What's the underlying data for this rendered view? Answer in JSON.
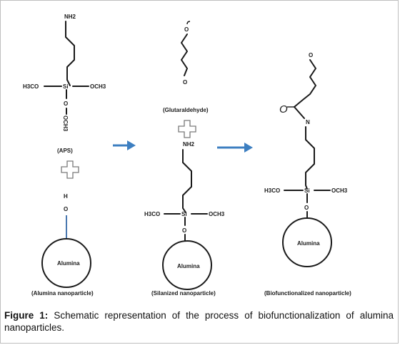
{
  "scheme": {
    "panel1": {
      "amine": "NH2",
      "left_group": "H3CO",
      "right_group": "OCH3",
      "silicon": "Si",
      "oxygen": "O",
      "bottom_group": "OCH3",
      "molecule_name": "(APS)",
      "hydroxyl_h": "H",
      "hydroxyl_o": "O",
      "sphere_label": "Alumina",
      "particle_name": "(Alumina nanoparticle)"
    },
    "panel2": {
      "aldehyde_o_top": "O",
      "aldehyde_o_bottom": "O",
      "molecule_name": "(Glutaraldehyde)",
      "amine": "NH2",
      "left_group": "H3CO",
      "right_group": "OCH3",
      "silicon": "Si",
      "oxygen": "O",
      "sphere_label": "Alumina",
      "particle_name": "(Silanized nanoparticle)"
    },
    "panel3": {
      "aldehyde_o": "O",
      "carbonyl_o": "O",
      "imine_n": "N",
      "left_group": "H3CO",
      "right_group": "OCH3",
      "silicon": "Si",
      "oxygen": "O",
      "sphere_label": "Alumina",
      "particle_name": "(Biofunctionalized nanoparticle)"
    },
    "colors": {
      "arrow": "#3d7fc1",
      "bond": "#1a1a1a",
      "plus_outline": "#7a7a7a"
    },
    "icons": [
      "right-arrow-icon",
      "plus-icon"
    ]
  },
  "caption": {
    "label": "Figure 1:",
    "text": " Schematic representation of the process of biofunctionalization of alumina nanoparticles."
  }
}
